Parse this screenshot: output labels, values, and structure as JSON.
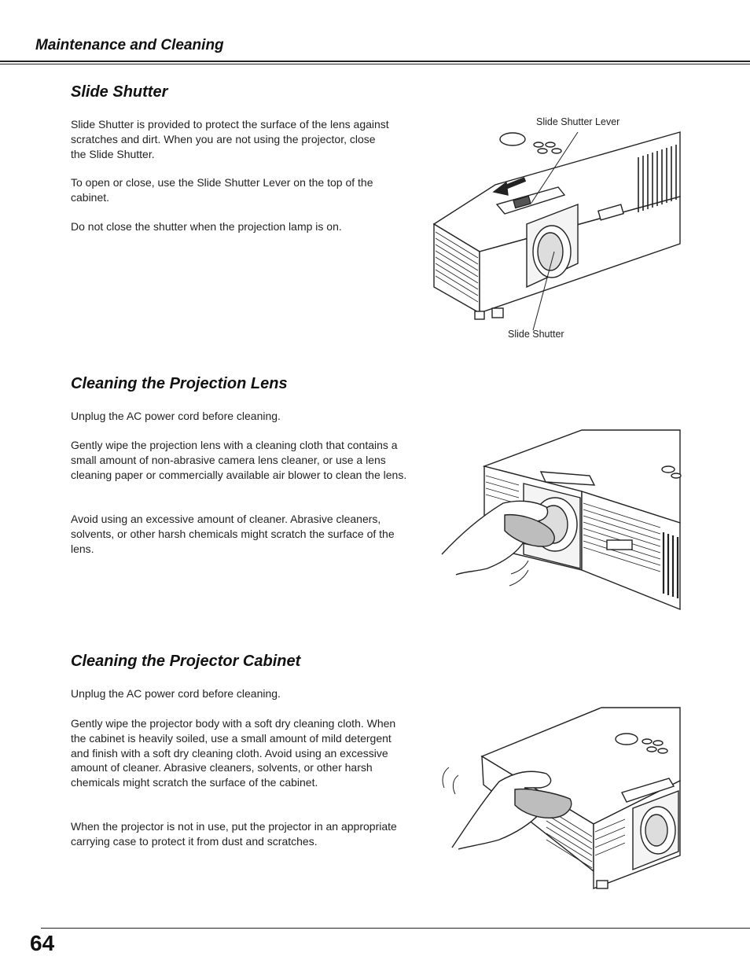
{
  "header": {
    "title": "Maintenance and Cleaning"
  },
  "sections": [
    {
      "title": "Slide Shutter",
      "paragraphs": [
        "Slide Shutter is provided to protect the surface of the lens against scratches and dirt. When you are not using the projector, close the Slide Shutter.",
        "To open or close, use the Slide Shutter Lever on the top of the cabinet.",
        "Do not close the shutter when the projection lamp is on."
      ],
      "figure": {
        "label_top": "Slide Shutter Lever",
        "label_bottom": "Slide Shutter"
      }
    },
    {
      "title": "Cleaning the Projection Lens",
      "paragraphs": [
        "Unplug the AC power cord before cleaning.",
        "Gently wipe the projection lens with a cleaning cloth that contains a small amount of non-abrasive camera lens cleaner, or use a lens cleaning paper or commercially available air blower to clean the lens.",
        "Avoid using an excessive amount of cleaner. Abrasive cleaners, solvents, or other harsh chemicals might scratch the surface of the lens."
      ]
    },
    {
      "title": "Cleaning the Projector Cabinet",
      "paragraphs": [
        "Unplug the AC power cord before cleaning.",
        "Gently wipe the projector body with a soft dry cleaning cloth. When the cabinet is heavily soiled, use a small amount of mild detergent and finish with a soft dry cleaning cloth. Avoid using an excessive amount of cleaner. Abrasive cleaners, solvents, or other harsh chemicals might scratch the surface of the cabinet.",
        "When the projector is not in use, put the projector in an appropriate carrying case to protect it from dust and scratches."
      ]
    }
  ],
  "footer": {
    "page_number": "64"
  }
}
